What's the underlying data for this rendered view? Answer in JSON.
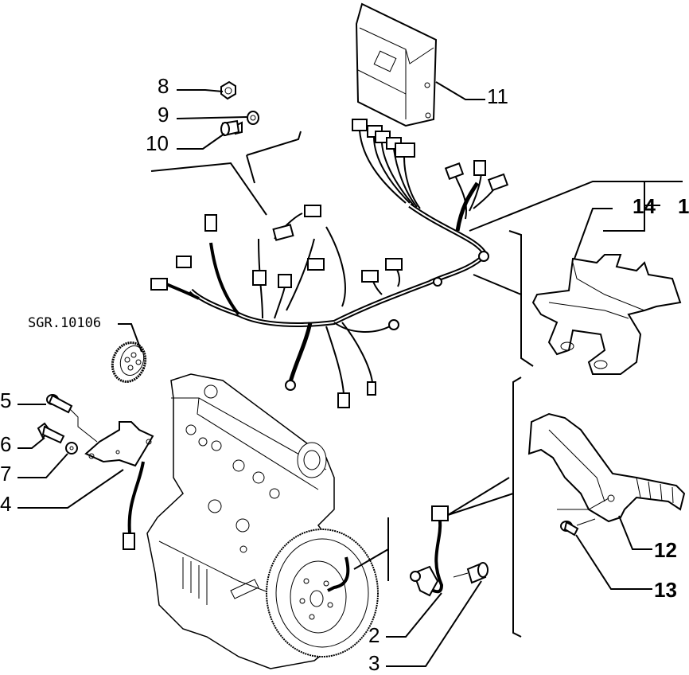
{
  "diagram": {
    "title": "Engine wiring harness exploded parts diagram",
    "reference_code": "SGR.10106",
    "callouts": [
      {
        "id": "1",
        "part": "wiring-harness-assembly"
      },
      {
        "id": "2",
        "part": "rpm-sensor"
      },
      {
        "id": "3",
        "part": "sensor-bolt"
      },
      {
        "id": "4",
        "part": "sensor-bracket"
      },
      {
        "id": "5",
        "part": "bolt"
      },
      {
        "id": "6",
        "part": "bolt"
      },
      {
        "id": "7",
        "part": "washer"
      },
      {
        "id": "8",
        "part": "nut"
      },
      {
        "id": "9",
        "part": "washer"
      },
      {
        "id": "10",
        "part": "screw"
      },
      {
        "id": "11",
        "part": "control-unit"
      },
      {
        "id": "12",
        "part": "harness-support-bracket"
      },
      {
        "id": "13",
        "part": "bracket-bolt"
      },
      {
        "id": "14",
        "part": "harness-cover"
      }
    ],
    "labels": {
      "l1": "1",
      "l2": "2",
      "l3": "3",
      "l4": "4",
      "l5": "5",
      "l6": "6",
      "l7": "7",
      "l8": "8",
      "l9": "9",
      "l10": "10",
      "l11": "11",
      "l12": "12",
      "l13": "13",
      "l14": "14",
      "ref": "SGR.10106"
    },
    "colors": {
      "line": "#000000",
      "background": "#ffffff"
    }
  }
}
